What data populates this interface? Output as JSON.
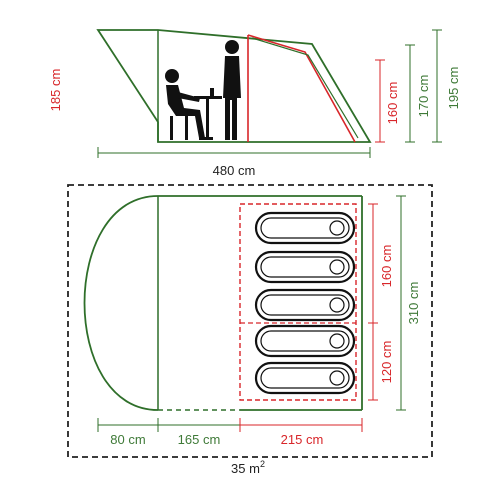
{
  "side_view": {
    "total_length": "480 cm",
    "height_living": "185 cm",
    "height_inner": "160 cm",
    "height_mid": "170 cm",
    "height_max": "195 cm"
  },
  "floor_plan": {
    "porch_depth": "80 cm",
    "living_depth": "165 cm",
    "bedroom_depth": "215 cm",
    "bedroom_width_large": "160 cm",
    "bedroom_width_small": "120 cm",
    "total_width": "310 cm",
    "footprint_value": "35 m",
    "footprint_unit_sup": "2"
  },
  "colors": {
    "outer_green": "#2f6f2a",
    "inner_red": "#d8262a",
    "figure_black": "#111111"
  },
  "icons": [
    "seated-person-icon",
    "standing-person-icon",
    "table-icon",
    "sleeping-bag-icon"
  ]
}
